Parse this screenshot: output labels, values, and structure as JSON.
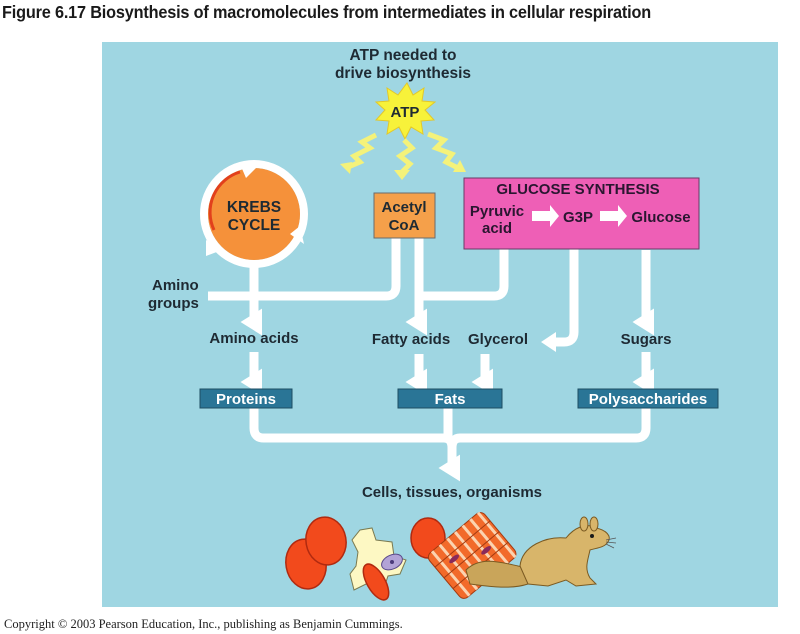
{
  "figure": {
    "title": "Figure 6.17  Biosynthesis of macromolecules from intermediates in cellular respiration",
    "copyright": "Copyright © 2003 Pearson Education, Inc., publishing as Benjamin Cummings."
  },
  "atp": {
    "caption_line1": "ATP needed to",
    "caption_line2": "drive biosynthesis",
    "label": "ATP"
  },
  "sources": {
    "krebs_line1": "KREBS",
    "krebs_line2": "CYCLE",
    "acetyl_line1": "Acetyl",
    "acetyl_line2": "CoA",
    "glucose_synthesis": {
      "title": "GLUCOSE SYNTHESIS",
      "pyruvic_line1": "Pyruvic",
      "pyruvic_line2": "acid",
      "g3p": "G3P",
      "glucose": "Glucose"
    },
    "amino_groups_line1": "Amino",
    "amino_groups_line2": "groups"
  },
  "monomers": {
    "amino_acids": "Amino acids",
    "fatty_acids": "Fatty acids",
    "glycerol": "Glycerol",
    "sugars": "Sugars"
  },
  "macromolecules": {
    "proteins": "Proteins",
    "fats": "Fats",
    "polysaccharides": "Polysaccharides"
  },
  "outcome": "Cells, tissues, organisms",
  "colors": {
    "panel": "#9fd6e2",
    "krebs": "#f5913a",
    "acetyl": "#f5a04a",
    "glucose_box": "#ee5fb6",
    "macromolecule_box": "#2a7596",
    "atp_burst": "#f7f23a"
  }
}
